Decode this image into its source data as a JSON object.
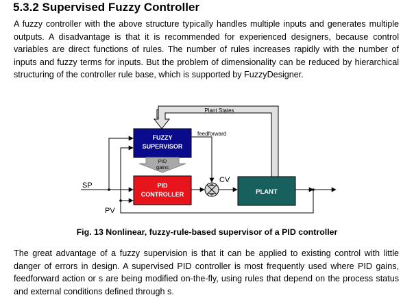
{
  "section": {
    "heading": "5.3.2 Supervised Fuzzy Controller",
    "intro": "A fuzzy controller with the above structure typically handles multiple inputs and generates multiple outputs. A disadvantage is that it is recommended for experienced designers, because control variables are direct functions of rules. The number of rules increases rapidly with the number of inputs and fuzzy terms for inputs. But the problem of dimensionality can be reduced by hierarchical structuring of the controller rule base, which is supported by FuzzyDesigner.",
    "outro": "The great advantage of a fuzzy supervision is that it can be applied to existing control with little danger of errors in design. A supervised PID controller is most frequently used where PID gains, feedforward action or s are being modified on-the-fly, using rules that depend on the process status and external conditions defined through s."
  },
  "figure": {
    "caption": "Fig. 13 Nonlinear, fuzzy-rule-based supervisor of a PID controller",
    "blocks": {
      "supervisor_line1": "FUZZY",
      "supervisor_line2": "SUPERVISOR",
      "pid_line1": "PID",
      "pid_line2": "CONTROLLER",
      "plant": "PLANT"
    },
    "labels": {
      "plant_states": "Plant States",
      "feedforward": "feedforward",
      "pid_gains_line1": "PID",
      "pid_gains_line2": "gains",
      "cv": "CV",
      "sp": "SP",
      "pv": "PV"
    },
    "colors": {
      "supervisor": "#0a0a8c",
      "pid": "#e8141c",
      "plant": "#17605e",
      "plant_states_box": "#e0e0e0",
      "gain_arrow": "#a9a9a9"
    }
  }
}
